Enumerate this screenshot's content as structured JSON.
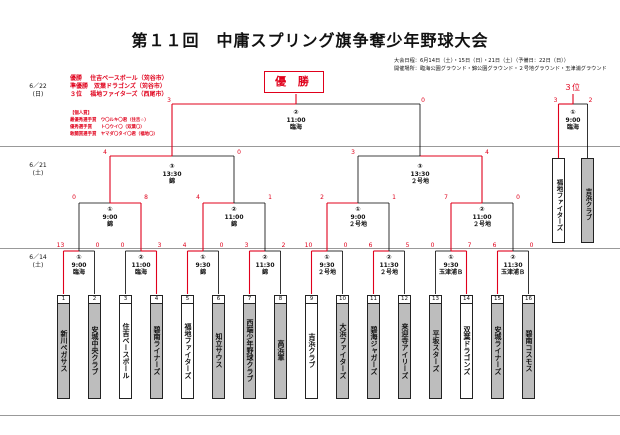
{
  "title": "第１１回　中庸スプリング旗争奪少年野球大会",
  "info": {
    "dates": "大会日程：6月14日（土）・15日（日）・21日（土）（予備日：22日（日））",
    "venues": "開催場所：臨海公園グラウンド・錦公園グラウンド・２号地グラウンド・玉津浦グラウンド"
  },
  "results": {
    "champion": "優勝　 住吉ベースボール（苅谷市）",
    "runner_up": "準優勝　双葉ドラゴンズ（苅谷市）",
    "third": "３位　 福地ファイターズ（西尾市）"
  },
  "individual": {
    "heading": "【個人賞】",
    "best_pitcher": "最優秀選手賞　ウ〇ルキ〇君（住吉☆）",
    "excellent_pitcher": "優秀選手賞　　ト〇ウイ〇（双葉〇）",
    "fighting_spirit": "敢闘賞選手賞　ヤマダ〇タイ〇君（福地〇）"
  },
  "labels": {
    "winner": "優 勝",
    "third_place": "３位"
  },
  "dates": [
    {
      "day": "6／22",
      "weekday": "(日)"
    },
    {
      "day": "6／21",
      "weekday": "(土)"
    },
    {
      "day": "6／14",
      "weekday": "(土)"
    }
  ],
  "teams": [
    {
      "num": "1",
      "name": "新川ペガサス",
      "style": "gray"
    },
    {
      "num": "2",
      "name": "安城中央クラブ",
      "style": "gray"
    },
    {
      "num": "3",
      "name": "住吉ベースボール",
      "style": "white"
    },
    {
      "num": "4",
      "name": "碧南ライナーズ",
      "style": "gray"
    },
    {
      "num": "5",
      "name": "福地ファイターズ",
      "style": "white"
    },
    {
      "num": "6",
      "name": "知立サウス",
      "style": "gray"
    },
    {
      "num": "7",
      "name": "西端少年野球クラブ",
      "style": "gray"
    },
    {
      "num": "8",
      "name": "高浜軍",
      "style": "gray"
    },
    {
      "num": "9",
      "name": "吉浜クラブ",
      "style": "white"
    },
    {
      "num": "10",
      "name": "大浜ファイターズ",
      "style": "gray"
    },
    {
      "num": "11",
      "name": "碧海ジャガーズ",
      "style": "gray"
    },
    {
      "num": "12",
      "name": "来迎寺アイリーズ",
      "style": "gray"
    },
    {
      "num": "13",
      "name": "平坂スターズ",
      "style": "gray"
    },
    {
      "num": "14",
      "name": "双葉ドラゴンズ",
      "style": "white"
    },
    {
      "num": "15",
      "name": "安城ライナーズ",
      "style": "gray"
    },
    {
      "num": "16",
      "name": "碧南コスモス",
      "style": "gray"
    }
  ],
  "third_place_teams": [
    "福地ファイターズ",
    "吉浜クラブ"
  ],
  "matches": {
    "r1": [
      {
        "no": "①",
        "time": "9:00",
        "venue": "臨海"
      },
      {
        "no": "②",
        "time": "11:00",
        "venue": "臨海"
      },
      {
        "no": "①",
        "time": "9:30",
        "venue": "錦"
      },
      {
        "no": "②",
        "time": "11:30",
        "venue": "錦"
      },
      {
        "no": "①",
        "time": "9:30",
        "venue": "２号地"
      },
      {
        "no": "②",
        "time": "11:30",
        "venue": "２号地"
      },
      {
        "no": "①",
        "time": "9:30",
        "venue": "玉津浦Ｂ"
      },
      {
        "no": "②",
        "time": "11:30",
        "venue": "玉津浦Ｂ"
      }
    ],
    "qf": [
      {
        "no": "①",
        "time": "9:00",
        "venue": "錦"
      },
      {
        "no": "②",
        "time": "11:00",
        "venue": "錦"
      },
      {
        "no": "①",
        "time": "9:00",
        "venue": "２号地"
      },
      {
        "no": "②",
        "time": "11:00",
        "venue": "２号地"
      }
    ],
    "sf": [
      {
        "no": "③",
        "time": "13:30",
        "venue": "錦"
      },
      {
        "no": "③",
        "time": "13:30",
        "venue": "２号地"
      }
    ],
    "final": {
      "no": "②",
      "time": "11:00",
      "venue": "臨海"
    },
    "third": {
      "no": "①",
      "time": "9:00",
      "venue": "臨海"
    }
  },
  "scores": {
    "r1": [
      [
        "13",
        "0"
      ],
      [
        "0",
        "3"
      ],
      [
        "4",
        "0"
      ],
      [
        "3",
        "2"
      ],
      [
        "10",
        "0"
      ],
      [
        "6",
        "5"
      ],
      [
        "0",
        "7"
      ],
      [
        "6",
        "0"
      ]
    ],
    "qf": [
      [
        "0",
        "8"
      ],
      [
        "4",
        "1"
      ],
      [
        "2",
        "1"
      ],
      [
        "7",
        "0"
      ]
    ],
    "sf": [
      [
        "4",
        "0"
      ],
      [
        "3",
        "4"
      ]
    ],
    "final": [
      "3",
      "0"
    ],
    "third": [
      "3",
      "2"
    ]
  },
  "colors": {
    "accent": "#e0001b",
    "line": "#000000",
    "gray_team": "#bdbdbd"
  }
}
